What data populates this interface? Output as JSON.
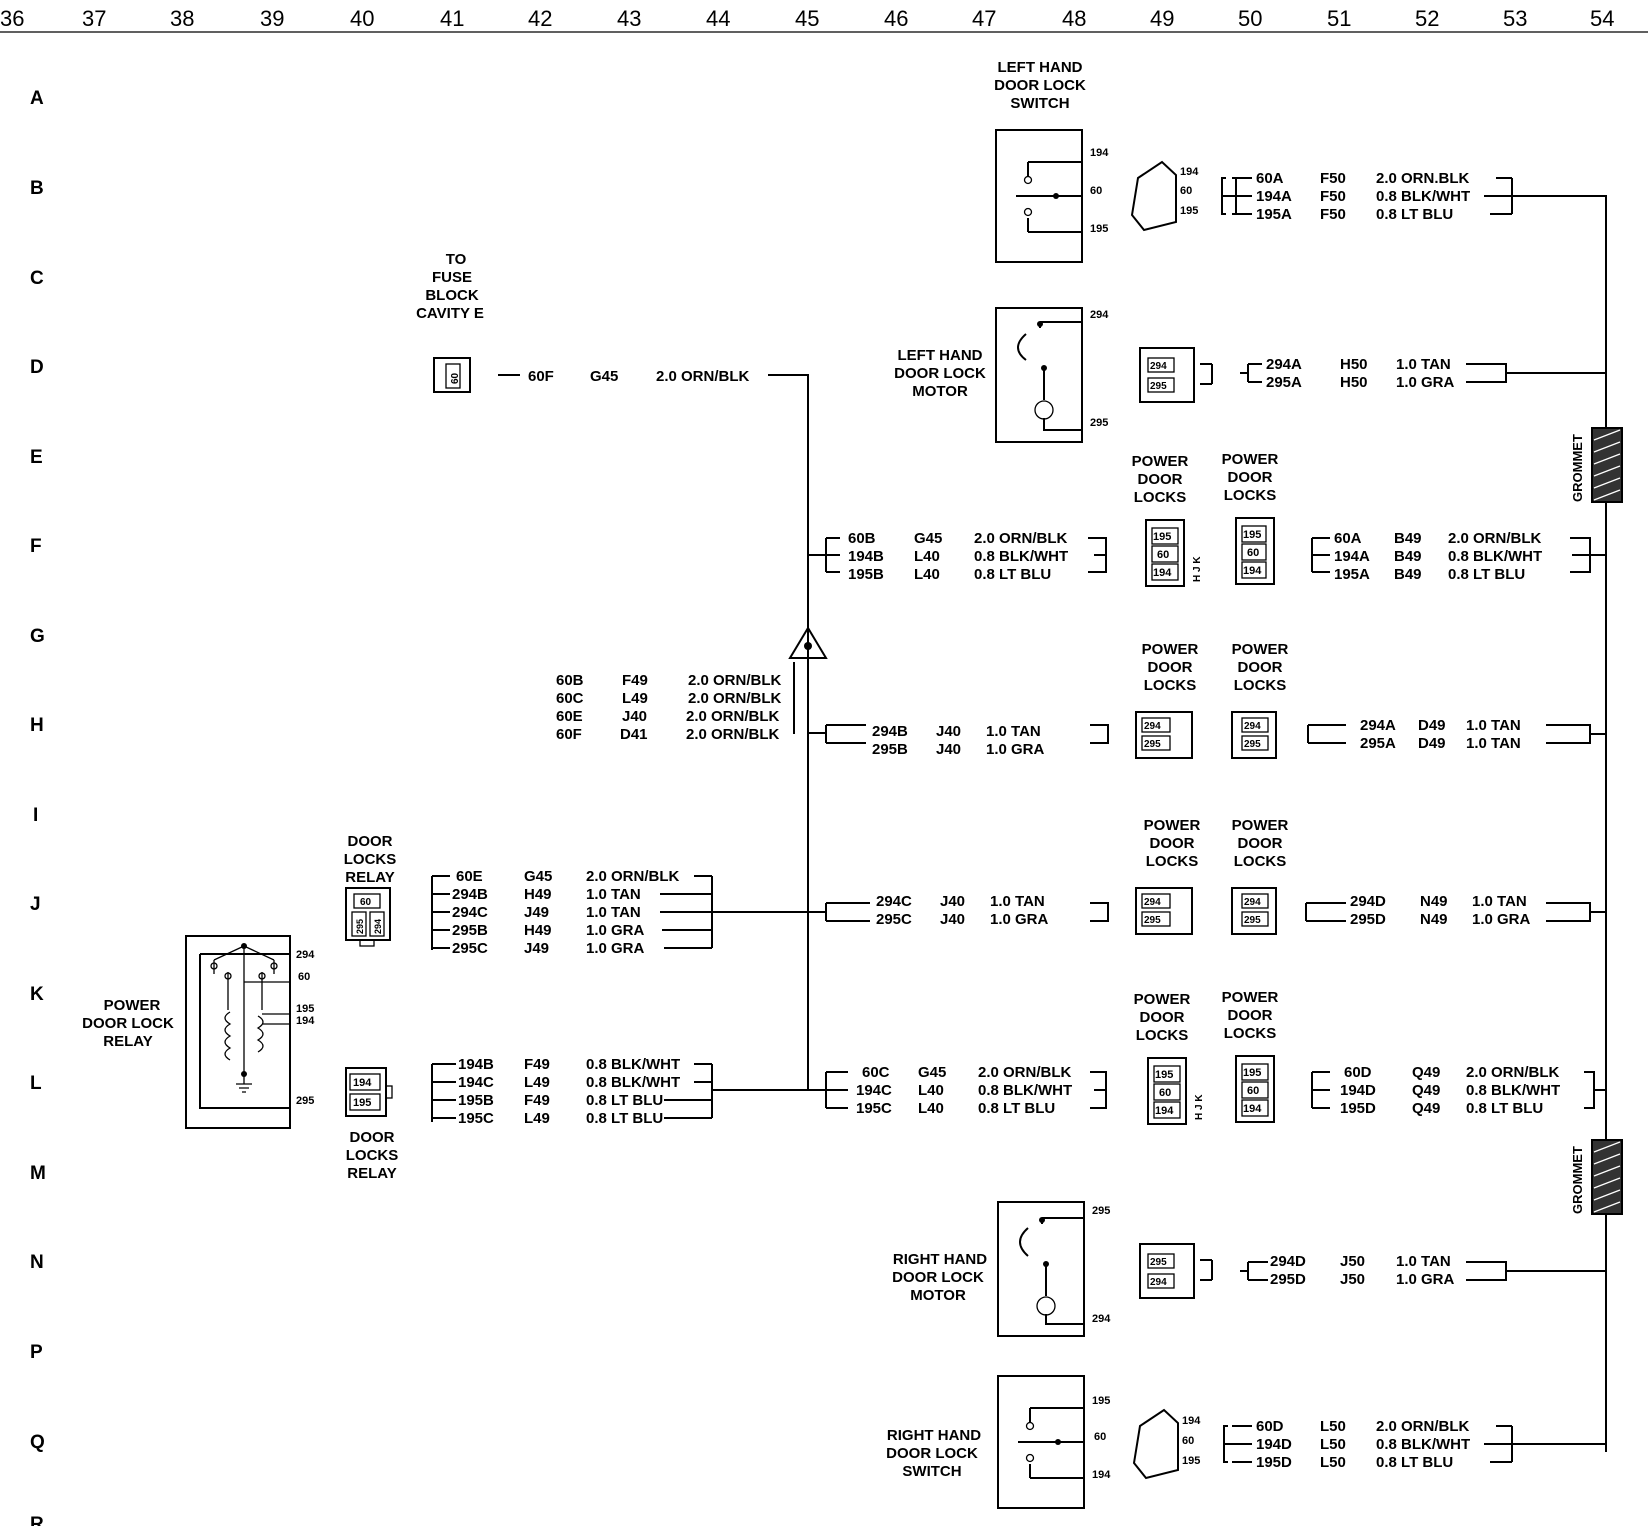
{
  "grid": {
    "cols": [
      "36",
      "37",
      "38",
      "39",
      "40",
      "41",
      "42",
      "43",
      "44",
      "45",
      "46",
      "47",
      "48",
      "49",
      "50",
      "51",
      "52",
      "53",
      "54"
    ],
    "rows": [
      "A",
      "B",
      "C",
      "D",
      "E",
      "F",
      "G",
      "H",
      "I",
      "J",
      "K",
      "L",
      "M",
      "N",
      "P",
      "Q",
      "R"
    ]
  },
  "labels": {
    "lh_switch": [
      "LEFT  HAND",
      "DOOR LOCK",
      "SWITCH"
    ],
    "lh_motor": [
      "LEFT  HAND",
      "DOOR LOCK",
      "MOTOR"
    ],
    "rh_motor": [
      "RIGHT  HAND",
      "DOOR LOCK",
      "MOTOR"
    ],
    "rh_switch": [
      "RIGHT  HAND",
      "DOOR LOCK",
      "SWITCH"
    ],
    "fuse": [
      "TO",
      "FUSE",
      "BLOCK",
      "CAVITY  E"
    ],
    "relay_top": [
      "DOOR",
      "LOCKS",
      "RELAY"
    ],
    "relay_bottom": [
      "DOOR",
      "LOCKS",
      "RELAY"
    ],
    "pdl_relay": [
      "POWER",
      "DOOR LOCK",
      "RELAY"
    ],
    "pdl": [
      "POWER",
      "DOOR",
      "LOCKS"
    ],
    "grommet": "GROMMET"
  },
  "pins": {
    "p60": "60",
    "p194": "194",
    "p195": "195",
    "p294": "294",
    "p295": "295",
    "hjk": "H J K"
  },
  "wires": {
    "lhs_switch": [
      [
        "60A",
        "F50",
        "2.0  ORN.BLK"
      ],
      [
        "194A",
        "F50",
        "0.8  BLK/WHT"
      ],
      [
        "195A",
        "F50",
        "0.8  LT  BLU"
      ]
    ],
    "lh_motor": [
      [
        "294A",
        "H50",
        "1.0  TAN"
      ],
      [
        "295A",
        "H50",
        "1.0  GRA"
      ]
    ],
    "fuse_run": [
      "60F",
      "G45",
      "2.0  ORN/BLK"
    ],
    "f_left": [
      [
        "60B",
        "G45",
        "2.0  ORN/BLK"
      ],
      [
        "194B",
        "L40",
        "0.8  BLK/WHT"
      ],
      [
        "195B",
        "L40",
        "0.8  LT  BLU"
      ]
    ],
    "f_right": [
      [
        "60A",
        "B49",
        "2.0  ORN/BLK"
      ],
      [
        "194A",
        "B49",
        "0.8  BLK/WHT"
      ],
      [
        "195A",
        "B49",
        "0.8  LT  BLU"
      ]
    ],
    "splice": [
      [
        "60B",
        "F49",
        "2.0  ORN/BLK"
      ],
      [
        "60C",
        "L49",
        "2.0  ORN/BLK"
      ],
      [
        "60E",
        "J40",
        "2.0  ORN/BLK"
      ],
      [
        "60F",
        "D41",
        "2.0  ORN/BLK"
      ]
    ],
    "h_left": [
      [
        "294B",
        "J40",
        "1.0  TAN"
      ],
      [
        "295B",
        "J40",
        "1.0  GRA"
      ]
    ],
    "h_right": [
      [
        "294A",
        "D49",
        "1.0  TAN"
      ],
      [
        "295A",
        "D49",
        "1.0  TAN"
      ]
    ],
    "relay_j": [
      [
        "60E",
        "G45",
        "2.0  ORN/BLK"
      ],
      [
        "294B",
        "H49",
        "1.0  TAN"
      ],
      [
        "294C",
        "J49",
        "1.0  TAN"
      ],
      [
        "295B",
        "H49",
        "1.0  GRA"
      ],
      [
        "295C",
        "J49",
        "1.0  GRA"
      ]
    ],
    "j_left": [
      [
        "294C",
        "J40",
        "1.0  TAN"
      ],
      [
        "295C",
        "J40",
        "1.0  GRA"
      ]
    ],
    "j_right": [
      [
        "294D",
        "N49",
        "1.0  TAN"
      ],
      [
        "295D",
        "N49",
        "1.0  GRA"
      ]
    ],
    "relay_l": [
      [
        "194B",
        "F49",
        "0.8  BLK/WHT"
      ],
      [
        "194C",
        "L49",
        "0.8  BLK/WHT"
      ],
      [
        "195B",
        "F49",
        "0.8  LT  BLU"
      ],
      [
        "195C",
        "L49",
        "0.8  LT  BLU"
      ]
    ],
    "l_left": [
      [
        "60C",
        "G45",
        "2.0  ORN/BLK"
      ],
      [
        "194C",
        "L40",
        "0.8  BLK/WHT"
      ],
      [
        "195C",
        "L40",
        "0.8  LT  BLU"
      ]
    ],
    "l_right": [
      [
        "60D",
        "Q49",
        "2.0  ORN/BLK"
      ],
      [
        "194D",
        "Q49",
        "0.8  BLK/WHT"
      ],
      [
        "195D",
        "Q49",
        "0.8  LT  BLU"
      ]
    ],
    "rh_motor": [
      [
        "294D",
        "J50",
        "1.0  TAN"
      ],
      [
        "295D",
        "J50",
        "1.0  GRA"
      ]
    ],
    "rhs_switch": [
      [
        "60D",
        "L50",
        "2.0  ORN/BLK"
      ],
      [
        "194D",
        "L50",
        "0.8  BLK/WHT"
      ],
      [
        "195D",
        "L50",
        "0.8  LT  BLU"
      ]
    ]
  }
}
